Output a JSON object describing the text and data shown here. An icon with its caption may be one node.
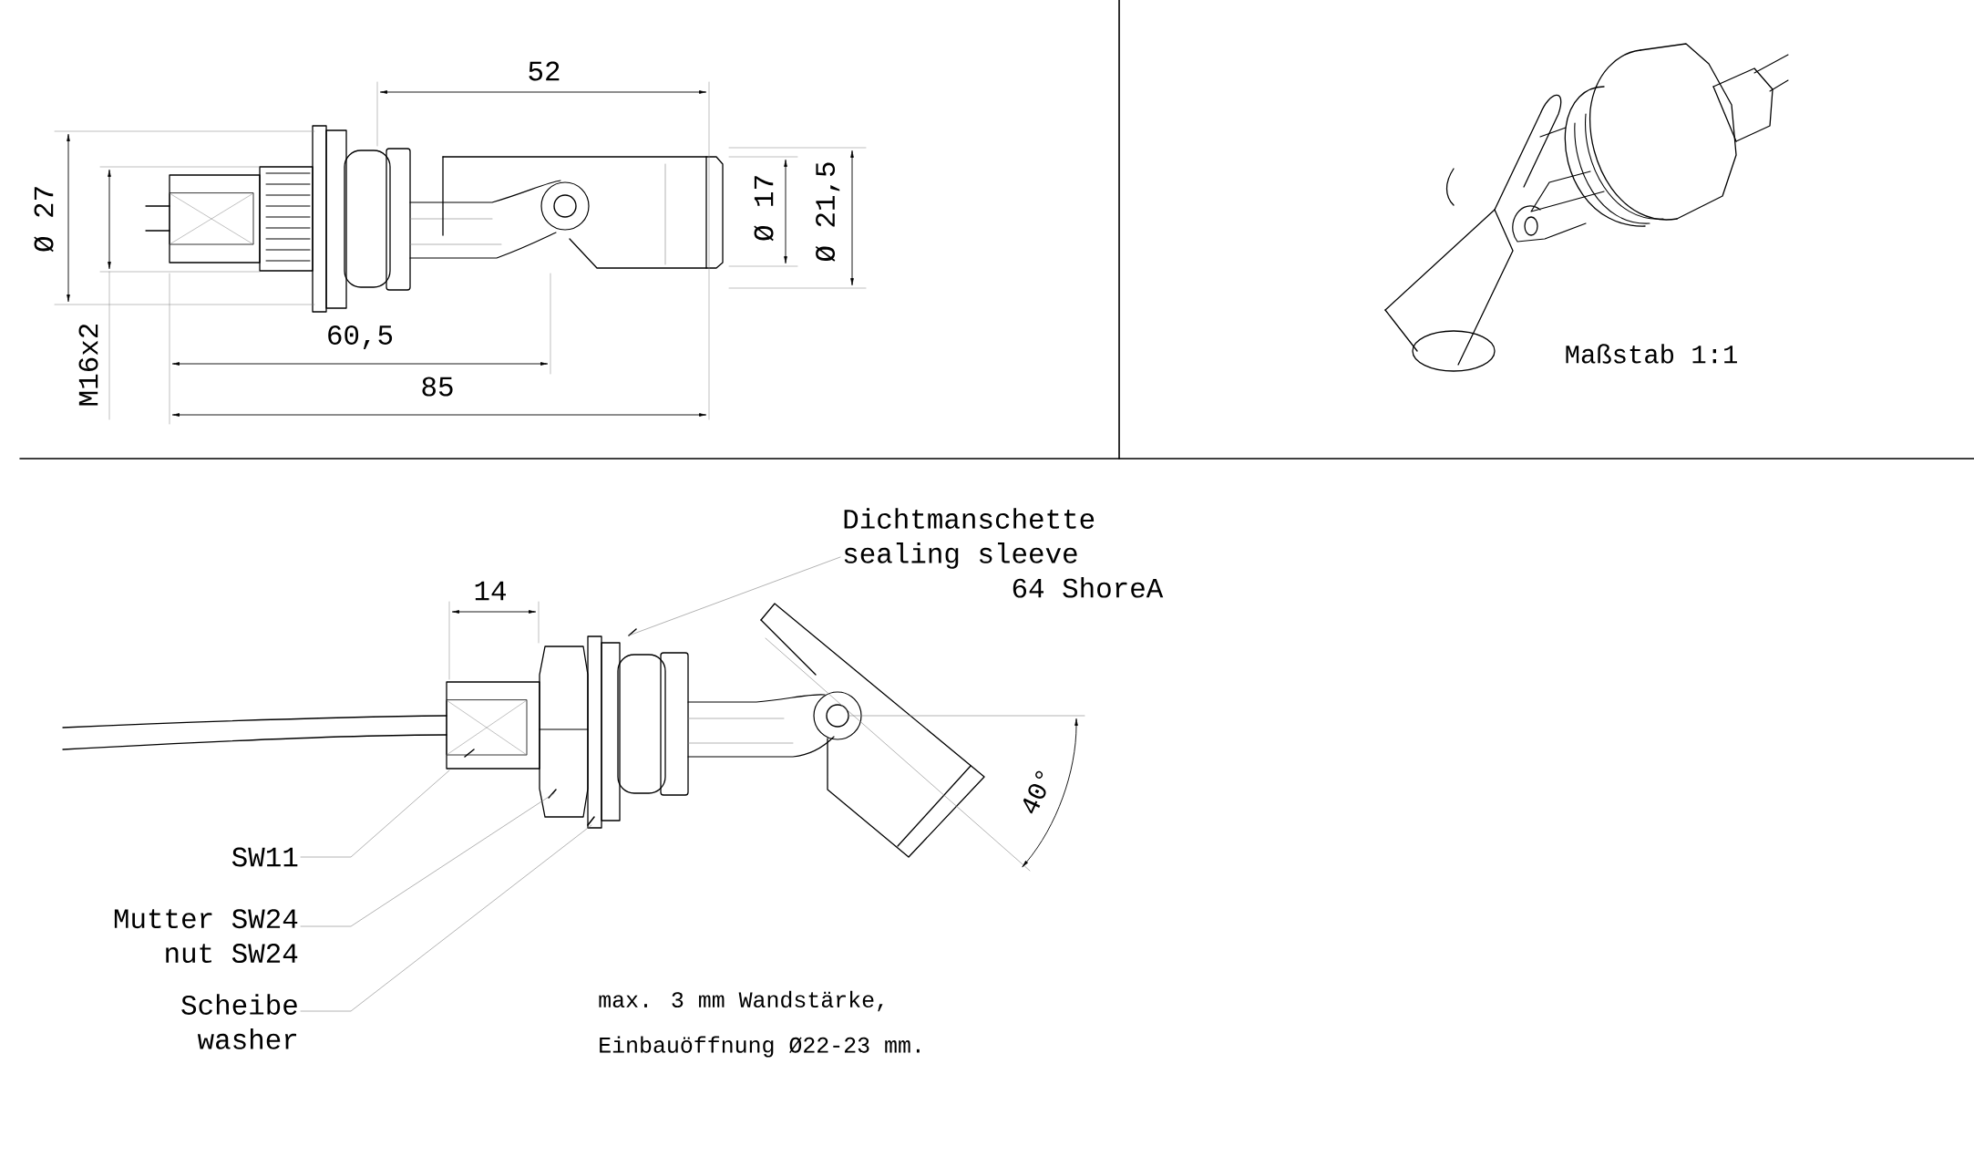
{
  "diagram": {
    "nodes": [
      {
        "text": [
          "Dichtmanschette",
          "sealing sleeve",
          "64 ShoreA"
        ]
      },
      {
        "text": [
          "SW11"
        ]
      },
      {
        "text": [
          "Mutter SW24",
          "nut SW24"
        ]
      },
      {
        "text": [
          "Scheibe",
          "washer"
        ]
      }
    ],
    "edges": [
      {
        "from": 0,
        "to": null,
        "arrow": "none"
      },
      {
        "from": 1,
        "to": null,
        "arrow": "none"
      },
      {
        "from": 2,
        "to": null,
        "arrow": "none"
      },
      {
        "from": 3,
        "to": null,
        "arrow": "none"
      }
    ],
    "labels": [
      "52",
      "Ø 27",
      "M16x2",
      "60,5",
      "85",
      "Ø 17",
      "Ø 21,5",
      "Maßstab 1:1",
      "14",
      "40°",
      "max. 3 mm Wandstärke,",
      "Einbauöffnung Ø22-23 mm."
    ]
  }
}
